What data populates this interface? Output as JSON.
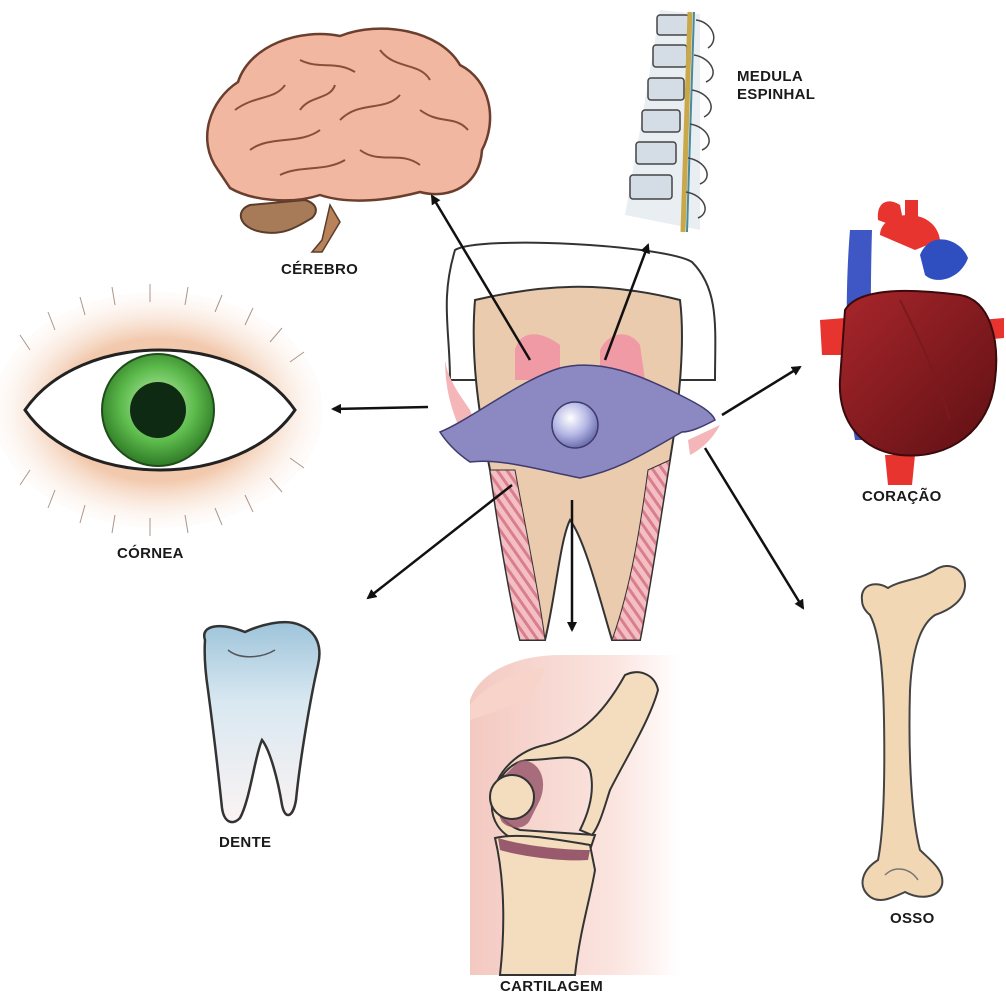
{
  "labels": {
    "brain": "CÉREBRO",
    "spinal_cord_line1": "MEDULA",
    "spinal_cord_line2": "ESPINHAL",
    "heart": "CORAÇÃO",
    "cornea": "CÓRNEA",
    "tooth": "DENTE",
    "cartilage": "CARTILAGEM",
    "bone": "OSSO"
  }
}
